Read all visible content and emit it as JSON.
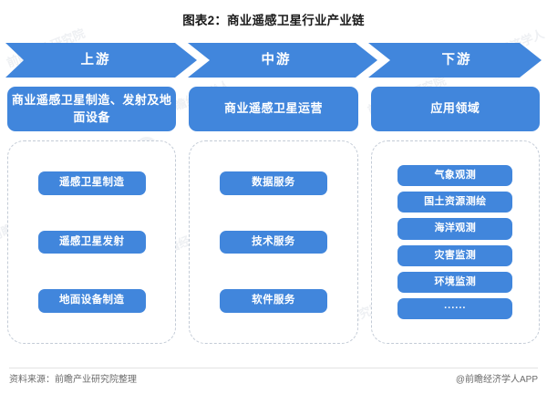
{
  "title": "图表2：商业遥感卫星行业产业链",
  "colors": {
    "accent": "#4186DC",
    "dashed_border": "#c3cbd6",
    "title_text": "#1a1a1a",
    "footer_text": "#6b6b6b"
  },
  "stages": [
    {
      "label": "上游"
    },
    {
      "label": "中游"
    },
    {
      "label": "下游"
    }
  ],
  "columns": [
    {
      "header": "商业遥感卫星制造、发射及地面设备",
      "items": [
        {
          "label": "遥感卫星制造"
        },
        {
          "label": "遥感卫星发射"
        },
        {
          "label": "地面设备制造"
        }
      ]
    },
    {
      "header": "商业遥感卫星运营",
      "items": [
        {
          "label": "数据服务"
        },
        {
          "label": "技术服务"
        },
        {
          "label": "软件服务"
        }
      ]
    },
    {
      "header": "应用领域",
      "items": [
        {
          "label": "气象观测"
        },
        {
          "label": "国土资源测绘"
        },
        {
          "label": "海洋观测"
        },
        {
          "label": "灾害监测"
        },
        {
          "label": "环境监测"
        },
        {
          "label": "······"
        }
      ]
    }
  ],
  "footer": {
    "source": "资料来源：前瞻产业研究院整理",
    "attribution": "@前瞻经济学人APP"
  },
  "watermark": {
    "text_a": "前瞻产业研究院",
    "text_b": "前瞻经济学人"
  }
}
